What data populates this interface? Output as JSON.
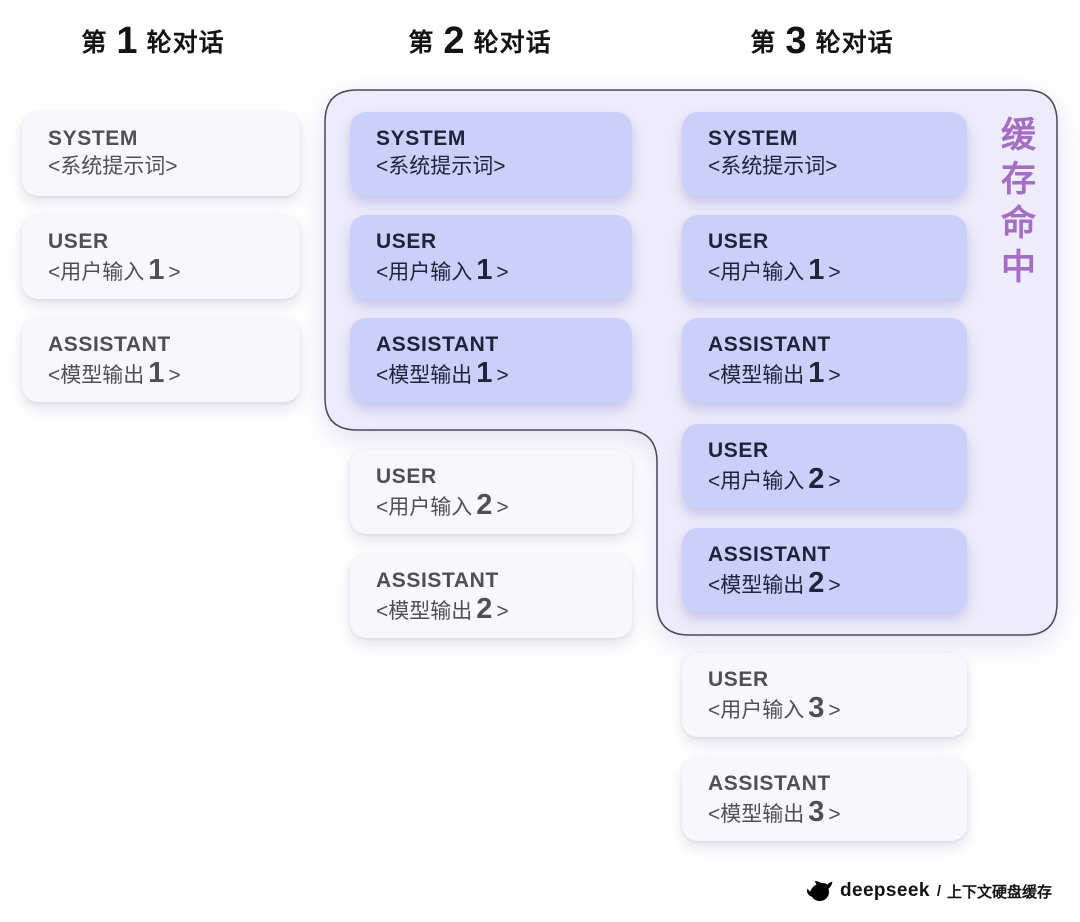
{
  "headers": [
    {
      "pre": "第",
      "num": "1",
      "post": "轮对话"
    },
    {
      "pre": "第",
      "num": "2",
      "post": "轮对话"
    },
    {
      "pre": "第",
      "num": "3",
      "post": "轮对话"
    }
  ],
  "cache_hit_label": "缓存命中",
  "columns": [
    {
      "name": "round1",
      "cards": [
        {
          "label": "SYSTEM",
          "pre": "<系统提示词>",
          "num": "",
          "post": ""
        },
        {
          "label": "USER",
          "pre": "<用户输入",
          "num": "1",
          "post": ">"
        },
        {
          "label": "ASSISTANT",
          "pre": "<模型输出",
          "num": "1",
          "post": ">"
        }
      ]
    },
    {
      "name": "round2_cached",
      "cards": [
        {
          "label": "SYSTEM",
          "pre": "<系统提示词>",
          "num": "",
          "post": ""
        },
        {
          "label": "USER",
          "pre": "<用户输入",
          "num": "1",
          "post": ">"
        },
        {
          "label": "ASSISTANT",
          "pre": "<模型输出",
          "num": "1",
          "post": ">"
        }
      ]
    },
    {
      "name": "round2_new",
      "cards": [
        {
          "label": "USER",
          "pre": "<用户输入",
          "num": "2",
          "post": ">"
        },
        {
          "label": "ASSISTANT",
          "pre": "<模型输出",
          "num": "2",
          "post": ">"
        }
      ]
    },
    {
      "name": "round3_cached",
      "cards": [
        {
          "label": "SYSTEM",
          "pre": "<系统提示词>",
          "num": "",
          "post": ""
        },
        {
          "label": "USER",
          "pre": "<用户输入",
          "num": "1",
          "post": ">"
        },
        {
          "label": "ASSISTANT",
          "pre": "<模型输出",
          "num": "1",
          "post": ">"
        },
        {
          "label": "USER",
          "pre": "<用户输入",
          "num": "2",
          "post": ">"
        },
        {
          "label": "ASSISTANT",
          "pre": "<模型输出",
          "num": "2",
          "post": ">"
        }
      ]
    },
    {
      "name": "round3_new",
      "cards": [
        {
          "label": "USER",
          "pre": "<用户输入",
          "num": "3",
          "post": ">"
        },
        {
          "label": "ASSISTANT",
          "pre": "<模型输出",
          "num": "3",
          "post": ">"
        }
      ]
    }
  ],
  "footer": {
    "brand": "deepseek",
    "separator": "/",
    "caption": "上下文硬盘缓存"
  },
  "colors": {
    "cached_card": "#cad0f9",
    "new_card": "#f8f7fb",
    "cache_container_fill": "#eeebfa",
    "cache_container_border": "#4b4563",
    "cache_hit_text": "#a46fc3",
    "header_text": "#141414",
    "cached_text": "#20243a",
    "new_text": "#4f4f55"
  }
}
